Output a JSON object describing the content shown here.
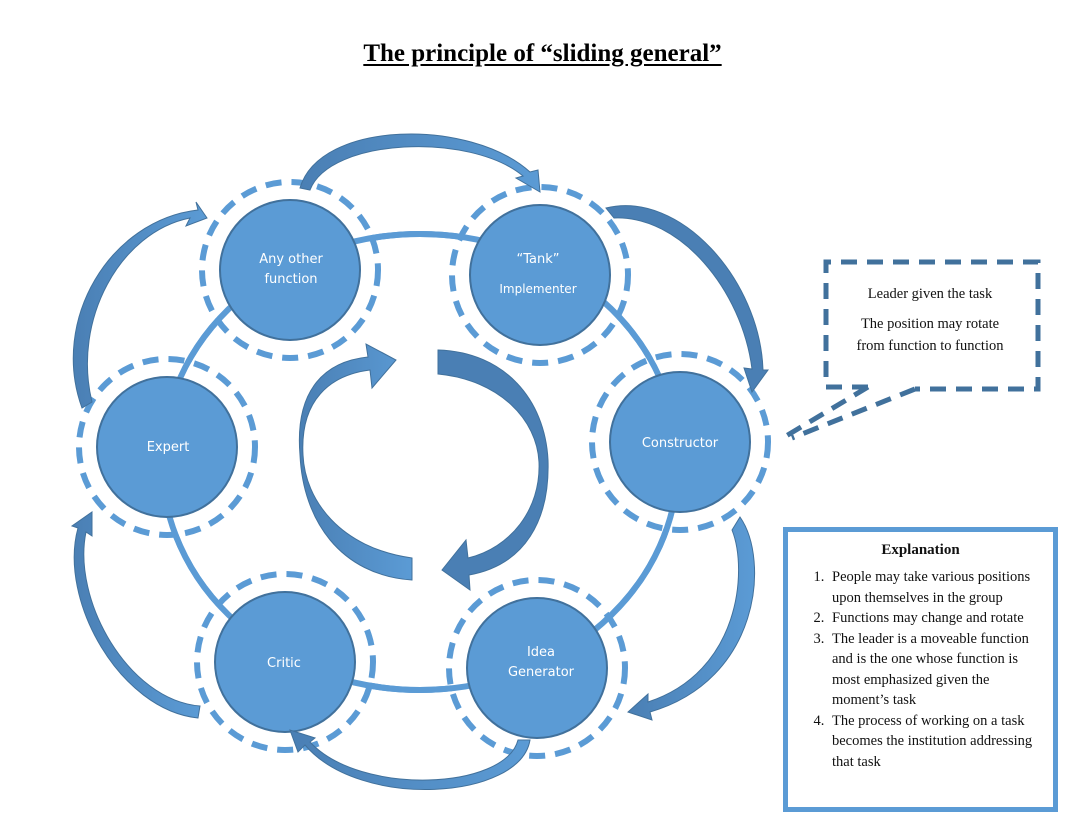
{
  "title": "The principle of “sliding general”",
  "colors": {
    "node_fill": "#5b9bd5",
    "node_stroke": "#41719c",
    "ring": "#5b9bd5",
    "arrow_light": "#5b9bd5",
    "arrow_dark": "#4a7fb4",
    "callout_border": "#41719c",
    "explanation_border": "#5b9bd5"
  },
  "nodes": [
    {
      "id": "any-other-function",
      "lines": [
        "Any other",
        "function"
      ]
    },
    {
      "id": "tank-implementer",
      "lines": [
        "“Tank”",
        "Implementer"
      ]
    },
    {
      "id": "constructor",
      "lines": [
        "Constructor"
      ]
    },
    {
      "id": "idea-generator",
      "lines": [
        "Idea",
        "Generator"
      ]
    },
    {
      "id": "critic",
      "lines": [
        "Critic"
      ]
    },
    {
      "id": "expert",
      "lines": [
        "Expert"
      ]
    }
  ],
  "callout": {
    "line1": "Leader given the task",
    "line2": "The position may rotate",
    "line3": "from function to function"
  },
  "explanation": {
    "heading": "Explanation",
    "items": [
      "People may take various positions upon themselves in the group",
      "Functions may change and rotate",
      "The leader is a moveable function and is the one whose function is most emphasized given the moment’s task",
      "The process of working on a task becomes the institution addressing that task"
    ]
  }
}
